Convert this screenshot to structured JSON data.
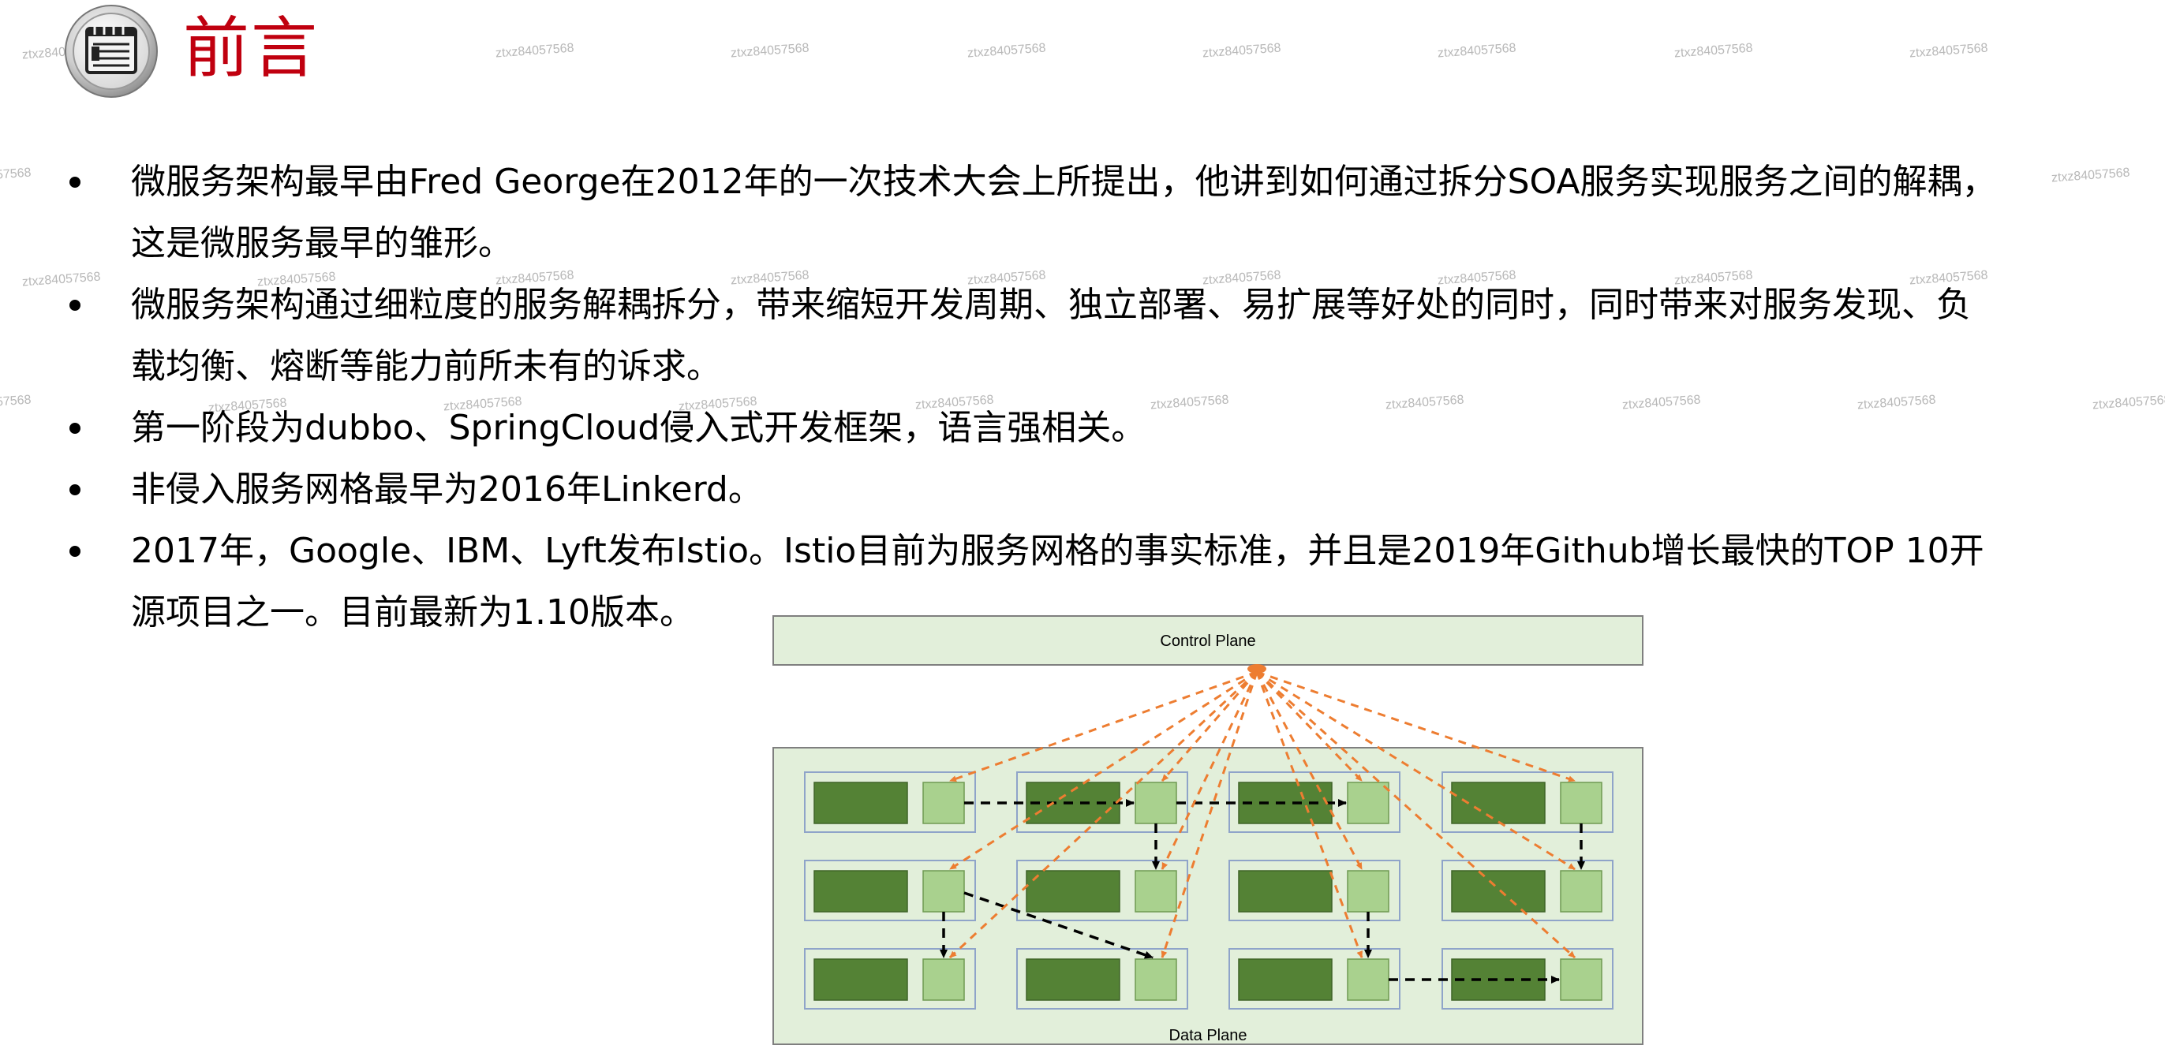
{
  "page": {
    "title": "前言",
    "icon": "notepad-icon"
  },
  "bullets": [
    "微服务架构最早由Fred  George在2012年的一次技术大会上所提出，他讲到如何通过拆分SOA服务实现服务之间的解耦，\n这是微服务最早的雏形。",
    "微服务架构通过细粒度的服务解耦拆分，带来缩短开发周期、独立部署、易扩展等好处的同时，同时带来对服务发现、负\n载均衡、熔断等能力前所未有的诉求。",
    "第一阶段为dubbo、SpringCloud侵入式开发框架，语言强相关。",
    "非侵入服务网格最早为2016年Linkerd。",
    "2017年，Google、IBM、Lyft发布Istio。Istio目前为服务网格的事实标准，并且是2019年Github增长最快的TOP  10开\n源项目之一。目前最新为1.10版本。"
  ],
  "diagram": {
    "control_plane_label": "Control Plane",
    "data_plane_label": "Data Plane",
    "colors": {
      "plane_fill": "#e2efda",
      "service_fill": "#548235",
      "proxy_fill": "#a9d18e",
      "pod_border": "#8fa4c9",
      "control_arrow": "#ed7d31",
      "data_arrow": "#000000"
    }
  },
  "watermark": {
    "text": "ztxz84057568"
  }
}
